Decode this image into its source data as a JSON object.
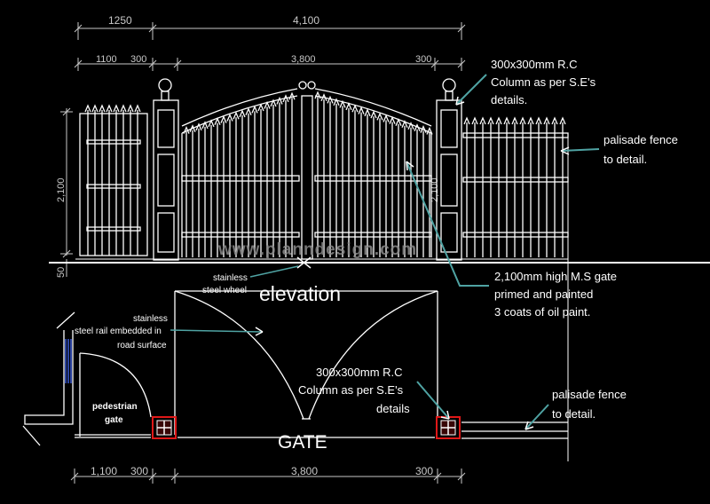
{
  "dimensions": {
    "top_overall_left": "1250",
    "top_overall_right": "4,100",
    "top_pedestrian": "1100",
    "top_column_left": "300",
    "top_gate": "3,800",
    "top_column_right": "300",
    "height_left": "2,100",
    "height_right": "2,100",
    "base_offset": "50",
    "bottom_pedestrian": "1,100",
    "bottom_column_left": "300",
    "bottom_gate": "3,800",
    "bottom_column_right": "300"
  },
  "labels": {
    "column_elev_line1": "300x300mm R.C",
    "column_elev_line2": "Column as per S.E's",
    "column_elev_line3": "details.",
    "fence_elev_line1": "palisade fence",
    "fence_elev_line2": "to detail.",
    "watermark": "www.planndesign.com",
    "wheel_line1": "stainless",
    "wheel_line2": "steel wheel",
    "elevation_title": "elevation",
    "gate_spec_line1": "2,100mm high M.S gate",
    "gate_spec_line2": "primed and painted",
    "gate_spec_line3": "3 coats of oil paint.",
    "rail_line1": "stainless",
    "rail_line2": "steel rail embedded in",
    "rail_line3": "road surface",
    "pedestrian_line1": "pedestrian",
    "pedestrian_line2": "gate",
    "column_plan_line1": "300x300mm R.C",
    "column_plan_line2": "Column as per S.E's",
    "column_plan_line3": "details",
    "fence_plan_line1": "palisade fence",
    "fence_plan_line2": "to detail.",
    "plan_title": "GATE"
  },
  "colors": {
    "background": "#000000",
    "line": "#ffffff",
    "leader": "#4fa3a3",
    "column_red": "#e01818",
    "rail_blue": "#3a5bd9",
    "watermark_grey": "#8a8a8a"
  }
}
